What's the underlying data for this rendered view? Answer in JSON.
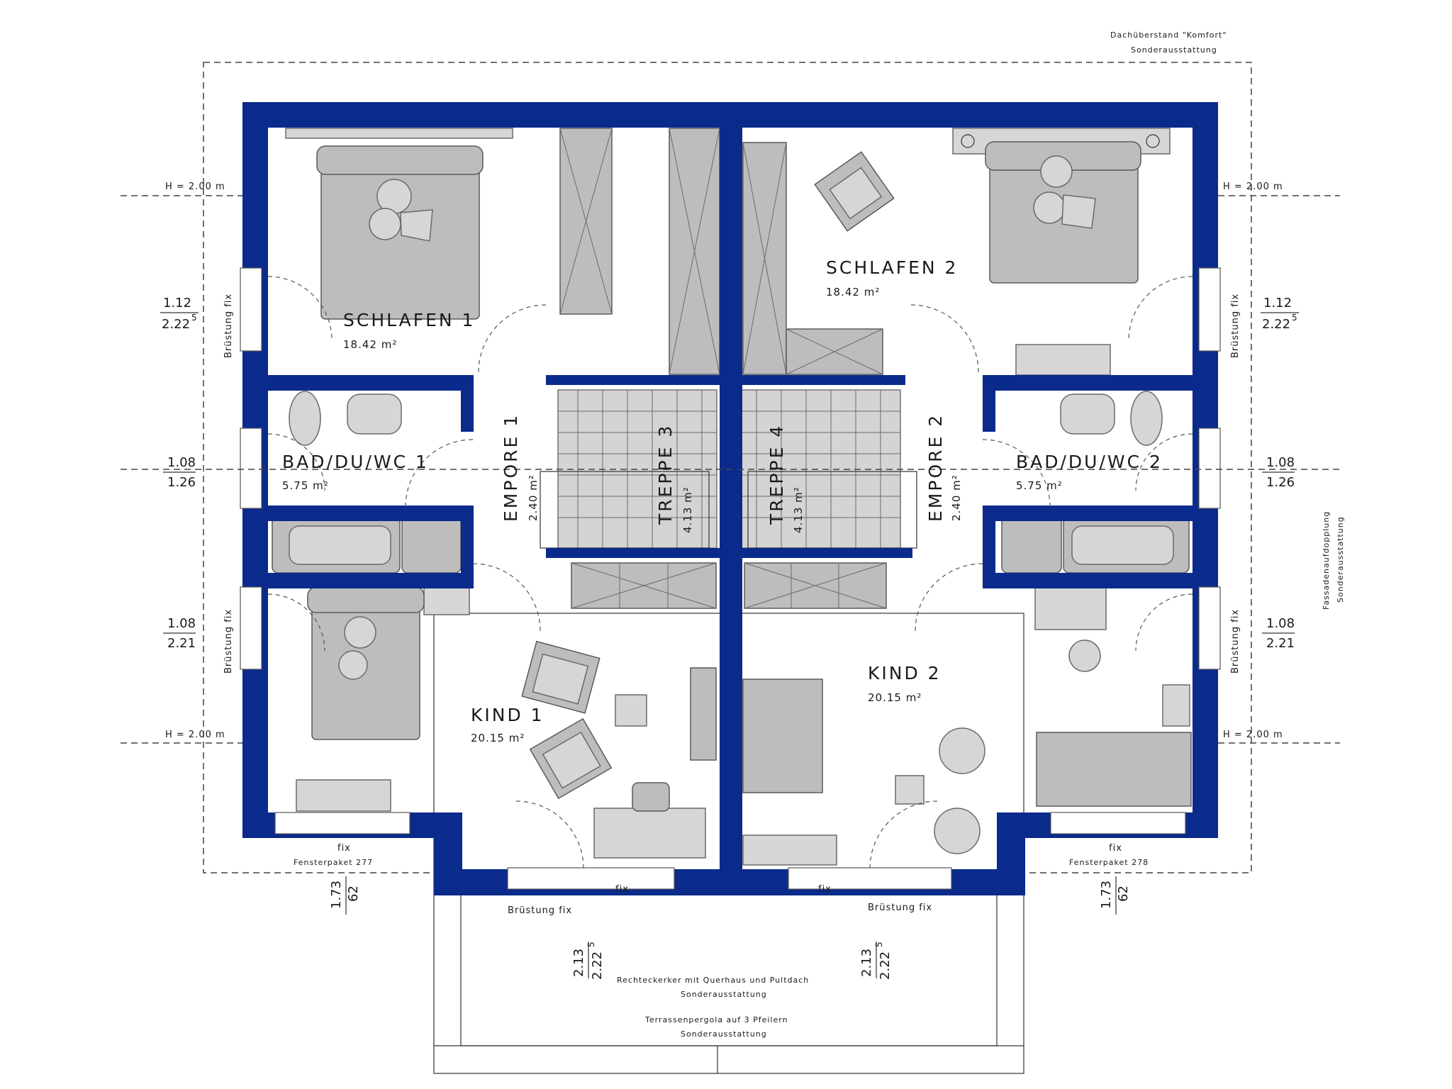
{
  "rooms": {
    "schlafen1": {
      "name": "SCHLAFEN 1",
      "area": "18.42 m²"
    },
    "schlafen2": {
      "name": "SCHLAFEN 2",
      "area": "18.42 m²"
    },
    "bad1": {
      "name": "BAD/DU/WC 1",
      "area": "5.75 m²"
    },
    "bad2": {
      "name": "BAD/DU/WC 2",
      "area": "5.75 m²"
    },
    "empore1": {
      "name": "EMPORE 1",
      "area": "2.40 m²"
    },
    "empore2": {
      "name": "EMPORE 2",
      "area": "2.40 m²"
    },
    "treppe3": {
      "name": "TREPPE 3",
      "area": "4.13 m²"
    },
    "treppe4": {
      "name": "TREPPE 4",
      "area": "4.13 m²"
    },
    "kind1": {
      "name": "KIND 1",
      "area": "20.15 m²"
    },
    "kind2": {
      "name": "KIND 2",
      "area": "20.15 m²"
    }
  },
  "heights": {
    "h_label": "H = 2.00 m"
  },
  "dimensions": {
    "left_upper": {
      "top": "1.12",
      "bottom": "2.22",
      "sup": "5"
    },
    "right_upper": {
      "top": "1.12",
      "bottom": "2.22",
      "sup": "5"
    },
    "left_middle": {
      "top": "1.08",
      "bottom": "1.26"
    },
    "right_middle": {
      "top": "1.08",
      "bottom": "1.26"
    },
    "left_lower": {
      "top": "1.08",
      "bottom": "2.21"
    },
    "right_lower": {
      "top": "1.08",
      "bottom": "2.21"
    },
    "bottom_left": {
      "top": "1.73",
      "bottom": "62"
    },
    "bottom_right": {
      "top": "1.73",
      "bottom": "62"
    },
    "erker_left": {
      "top": "2.13",
      "bottom": "2.22",
      "sup": "5"
    },
    "erker_right": {
      "top": "2.13",
      "bottom": "2.22",
      "sup": "5"
    }
  },
  "notes": {
    "dachueberstand_1": "Dachüberstand \"Komfort\"",
    "dachueberstand_2": "Sonderausstattung",
    "fassade_1": "Fassadenaufdopplung",
    "fassade_2": "Sonderausstattung",
    "bruestung_fix": "Brüstung fix",
    "fix": "fix",
    "fensterpaket_277": "Fensterpaket 277",
    "fensterpaket_278": "Fensterpaket 278",
    "erker_1": "Rechteckerker mit Querhaus und Pultdach",
    "erker_2": "Sonderausstattung",
    "pergola_1": "Terrassenpergola auf 3 Pfeilern",
    "pergola_2": "Sonderausstattung"
  },
  "colors": {
    "wall": "#0a2a8c",
    "furniture": "#bdbdbd"
  }
}
